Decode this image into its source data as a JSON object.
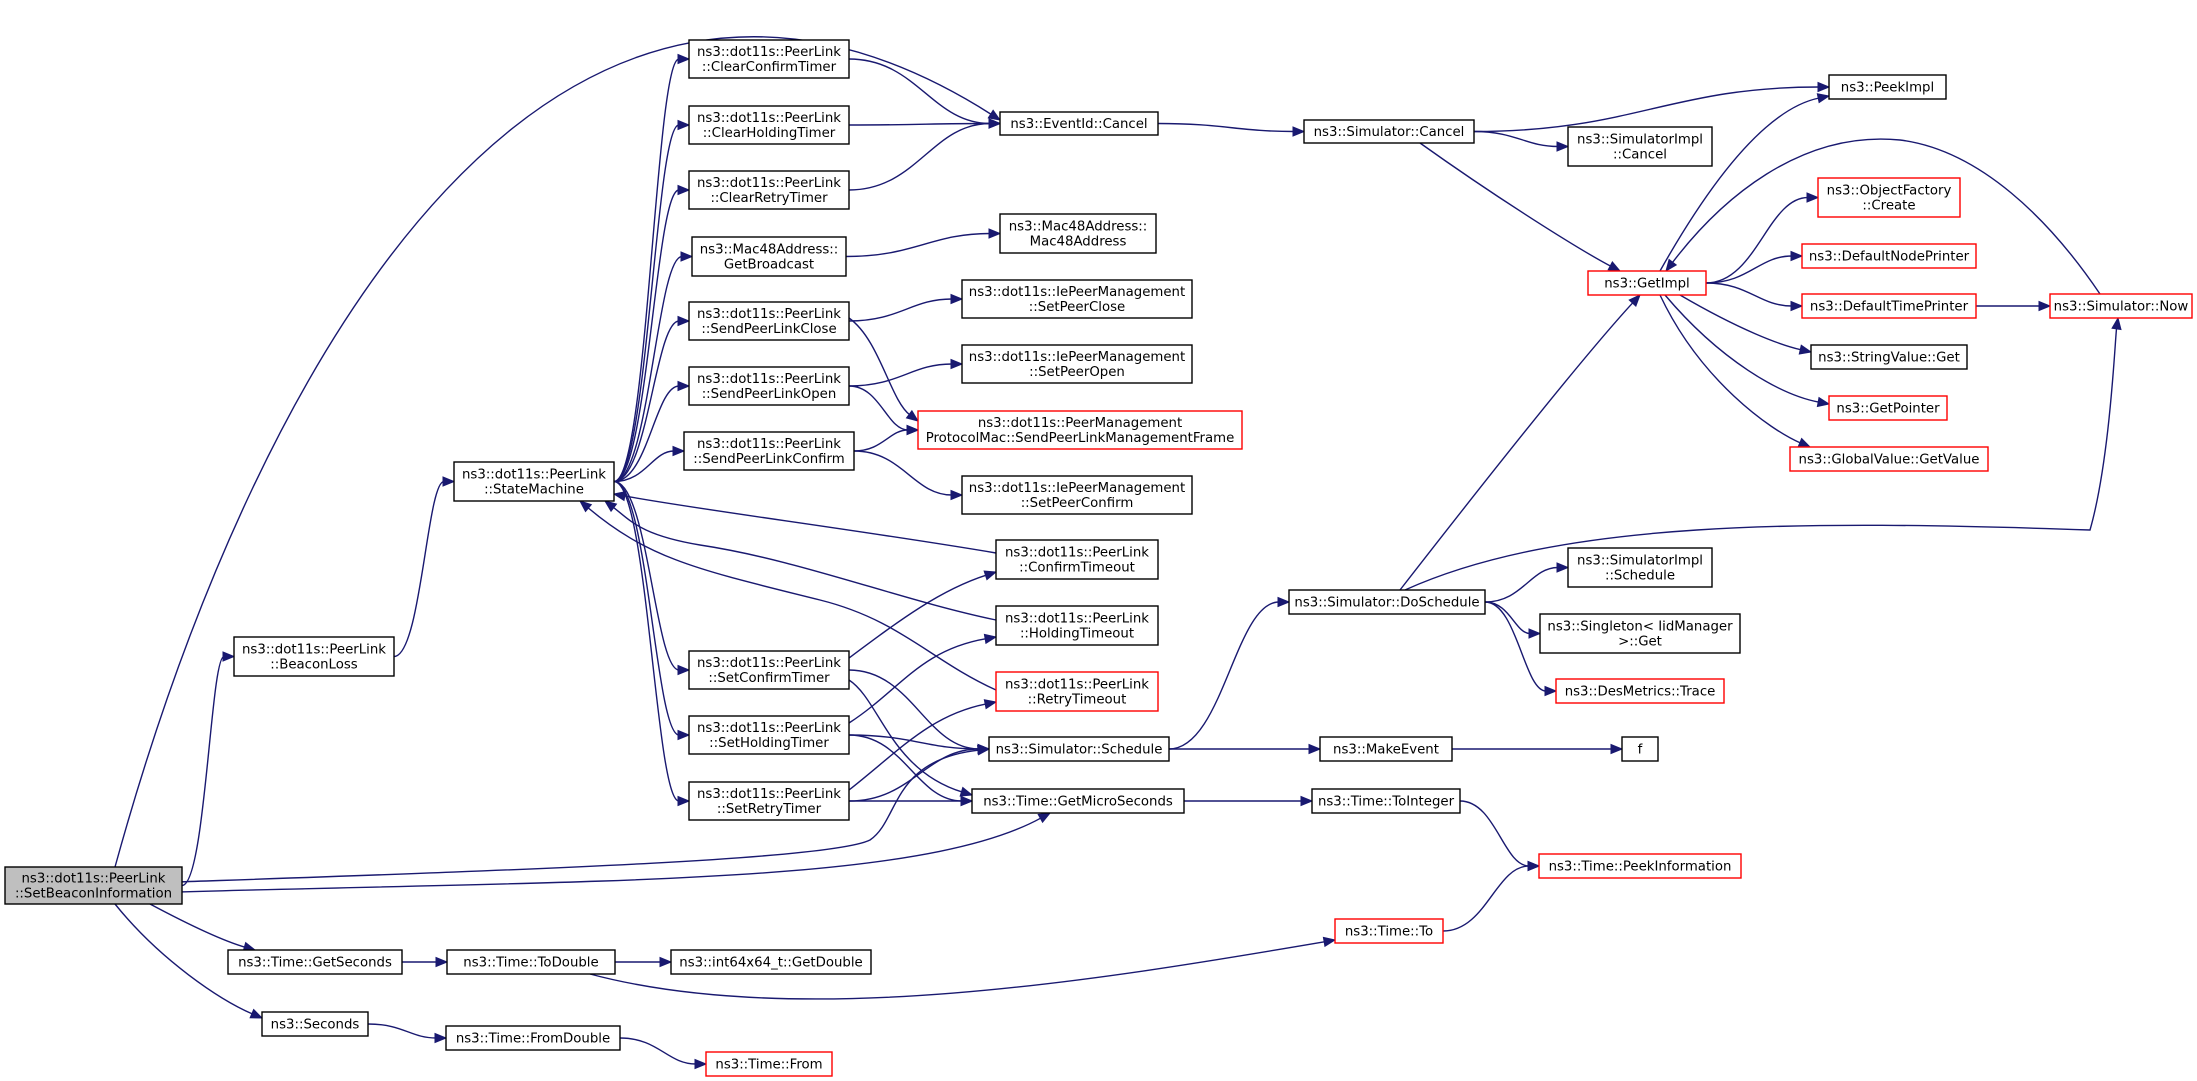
{
  "colors": {
    "edge": "#191970",
    "node_border": "#000000",
    "node_border_incomplete": "#ff0000",
    "root_fill": "#bfbfbf",
    "node_fill": "#ffffff"
  },
  "nodes": [
    {
      "id": "setbeacon",
      "lines": [
        "ns3::dot11s::PeerLink",
        "::SetBeaconInformation"
      ],
      "kind": "root"
    },
    {
      "id": "beaconloss",
      "lines": [
        "ns3::dot11s::PeerLink",
        "::BeaconLoss"
      ],
      "kind": "normal"
    },
    {
      "id": "statemachine",
      "lines": [
        "ns3::dot11s::PeerLink",
        "::StateMachine"
      ],
      "kind": "normal"
    },
    {
      "id": "clearconfirm",
      "lines": [
        "ns3::dot11s::PeerLink",
        "::ClearConfirmTimer"
      ],
      "kind": "normal"
    },
    {
      "id": "clearholding",
      "lines": [
        "ns3::dot11s::PeerLink",
        "::ClearHoldingTimer"
      ],
      "kind": "normal"
    },
    {
      "id": "clearretry",
      "lines": [
        "ns3::dot11s::PeerLink",
        "::ClearRetryTimer"
      ],
      "kind": "normal"
    },
    {
      "id": "getbroadcast",
      "lines": [
        "ns3::Mac48Address::",
        "GetBroadcast"
      ],
      "kind": "normal"
    },
    {
      "id": "sendclose",
      "lines": [
        "ns3::dot11s::PeerLink",
        "::SendPeerLinkClose"
      ],
      "kind": "normal"
    },
    {
      "id": "sendopen",
      "lines": [
        "ns3::dot11s::PeerLink",
        "::SendPeerLinkOpen"
      ],
      "kind": "normal"
    },
    {
      "id": "sendconfirm",
      "lines": [
        "ns3::dot11s::PeerLink",
        "::SendPeerLinkConfirm"
      ],
      "kind": "normal"
    },
    {
      "id": "setconfirmtimer",
      "lines": [
        "ns3::dot11s::PeerLink",
        "::SetConfirmTimer"
      ],
      "kind": "normal"
    },
    {
      "id": "setholdingtimer",
      "lines": [
        "ns3::dot11s::PeerLink",
        "::SetHoldingTimer"
      ],
      "kind": "normal"
    },
    {
      "id": "setretrytimer",
      "lines": [
        "ns3::dot11s::PeerLink",
        "::SetRetryTimer"
      ],
      "kind": "normal"
    },
    {
      "id": "eventcancel",
      "lines": [
        "ns3::EventId::Cancel"
      ],
      "kind": "normal"
    },
    {
      "id": "mac48ctor",
      "lines": [
        "ns3::Mac48Address::",
        "Mac48Address"
      ],
      "kind": "normal"
    },
    {
      "id": "setpeerclose",
      "lines": [
        "ns3::dot11s::IePeerManagement",
        "::SetPeerClose"
      ],
      "kind": "normal"
    },
    {
      "id": "setpeeropen",
      "lines": [
        "ns3::dot11s::IePeerManagement",
        "::SetPeerOpen"
      ],
      "kind": "normal"
    },
    {
      "id": "sendplmf",
      "lines": [
        "ns3::dot11s::PeerManagement",
        "ProtocolMac::SendPeerLinkManagementFrame"
      ],
      "kind": "incomplete"
    },
    {
      "id": "setpeerconfirm",
      "lines": [
        "ns3::dot11s::IePeerManagement",
        "::SetPeerConfirm"
      ],
      "kind": "normal"
    },
    {
      "id": "confirmtimeout",
      "lines": [
        "ns3::dot11s::PeerLink",
        "::ConfirmTimeout"
      ],
      "kind": "normal"
    },
    {
      "id": "holdingtimeout",
      "lines": [
        "ns3::dot11s::PeerLink",
        "::HoldingTimeout"
      ],
      "kind": "normal"
    },
    {
      "id": "retrytimeout",
      "lines": [
        "ns3::dot11s::PeerLink",
        "::RetryTimeout"
      ],
      "kind": "incomplete"
    },
    {
      "id": "simschedule",
      "lines": [
        "ns3::Simulator::Schedule"
      ],
      "kind": "normal"
    },
    {
      "id": "getmicro",
      "lines": [
        "ns3::Time::GetMicroSeconds"
      ],
      "kind": "normal"
    },
    {
      "id": "simcancel",
      "lines": [
        "ns3::Simulator::Cancel"
      ],
      "kind": "normal"
    },
    {
      "id": "simimplcancel",
      "lines": [
        "ns3::SimulatorImpl",
        "::Cancel"
      ],
      "kind": "normal"
    },
    {
      "id": "peekimpl",
      "lines": [
        "ns3::PeekImpl"
      ],
      "kind": "normal"
    },
    {
      "id": "getimpl",
      "lines": [
        "ns3::GetImpl"
      ],
      "kind": "incomplete"
    },
    {
      "id": "objfactory",
      "lines": [
        "ns3::ObjectFactory",
        "::Create"
      ],
      "kind": "incomplete"
    },
    {
      "id": "defnodeprinter",
      "lines": [
        "ns3::DefaultNodePrinter"
      ],
      "kind": "incomplete"
    },
    {
      "id": "deftimeprinter",
      "lines": [
        "ns3::DefaultTimePrinter"
      ],
      "kind": "incomplete"
    },
    {
      "id": "simnow",
      "lines": [
        "ns3::Simulator::Now"
      ],
      "kind": "incomplete"
    },
    {
      "id": "stringvalueget",
      "lines": [
        "ns3::StringValue::Get"
      ],
      "kind": "normal"
    },
    {
      "id": "getpointer",
      "lines": [
        "ns3::GetPointer"
      ],
      "kind": "incomplete"
    },
    {
      "id": "globalvalue",
      "lines": [
        "ns3::GlobalValue::GetValue"
      ],
      "kind": "incomplete"
    },
    {
      "id": "doschedule",
      "lines": [
        "ns3::Simulator::DoSchedule"
      ],
      "kind": "normal"
    },
    {
      "id": "simimplschedule",
      "lines": [
        "ns3::SimulatorImpl",
        "::Schedule"
      ],
      "kind": "normal"
    },
    {
      "id": "singleton",
      "lines": [
        "ns3::Singleton< IidManager",
        ">::Get"
      ],
      "kind": "normal"
    },
    {
      "id": "desmetrics",
      "lines": [
        "ns3::DesMetrics::Trace"
      ],
      "kind": "incomplete"
    },
    {
      "id": "makeevent",
      "lines": [
        "ns3::MakeEvent"
      ],
      "kind": "normal"
    },
    {
      "id": "f",
      "lines": [
        "f"
      ],
      "kind": "normal"
    },
    {
      "id": "tointeger",
      "lines": [
        "ns3::Time::ToInteger"
      ],
      "kind": "normal"
    },
    {
      "id": "peekinfo",
      "lines": [
        "ns3::Time::PeekInformation"
      ],
      "kind": "incomplete"
    },
    {
      "id": "timeto",
      "lines": [
        "ns3::Time::To"
      ],
      "kind": "incomplete"
    },
    {
      "id": "getseconds",
      "lines": [
        "ns3::Time::GetSeconds"
      ],
      "kind": "normal"
    },
    {
      "id": "todouble",
      "lines": [
        "ns3::Time::ToDouble"
      ],
      "kind": "normal"
    },
    {
      "id": "int64getdouble",
      "lines": [
        "ns3::int64x64_t::GetDouble"
      ],
      "kind": "normal"
    },
    {
      "id": "seconds",
      "lines": [
        "ns3::Seconds"
      ],
      "kind": "normal"
    },
    {
      "id": "fromdouble",
      "lines": [
        "ns3::Time::FromDouble"
      ],
      "kind": "normal"
    },
    {
      "id": "timefrom",
      "lines": [
        "ns3::Time::From"
      ],
      "kind": "incomplete"
    }
  ],
  "edges": [
    [
      "setbeacon",
      "beaconloss"
    ],
    [
      "setbeacon",
      "eventcancel"
    ],
    [
      "setbeacon",
      "simschedule"
    ],
    [
      "setbeacon",
      "getmicro"
    ],
    [
      "setbeacon",
      "getseconds"
    ],
    [
      "setbeacon",
      "seconds"
    ],
    [
      "beaconloss",
      "statemachine"
    ],
    [
      "statemachine",
      "clearconfirm"
    ],
    [
      "statemachine",
      "clearholding"
    ],
    [
      "statemachine",
      "clearretry"
    ],
    [
      "statemachine",
      "getbroadcast"
    ],
    [
      "statemachine",
      "sendclose"
    ],
    [
      "statemachine",
      "sendopen"
    ],
    [
      "statemachine",
      "sendconfirm"
    ],
    [
      "statemachine",
      "setconfirmtimer"
    ],
    [
      "statemachine",
      "setholdingtimer"
    ],
    [
      "statemachine",
      "setretrytimer"
    ],
    [
      "clearconfirm",
      "eventcancel"
    ],
    [
      "clearholding",
      "eventcancel"
    ],
    [
      "clearretry",
      "eventcancel"
    ],
    [
      "getbroadcast",
      "mac48ctor"
    ],
    [
      "sendclose",
      "setpeerclose"
    ],
    [
      "sendclose",
      "sendplmf"
    ],
    [
      "sendopen",
      "setpeeropen"
    ],
    [
      "sendopen",
      "sendplmf"
    ],
    [
      "sendconfirm",
      "sendplmf"
    ],
    [
      "sendconfirm",
      "setpeerconfirm"
    ],
    [
      "confirmtimeout",
      "statemachine"
    ],
    [
      "holdingtimeout",
      "statemachine"
    ],
    [
      "retrytimeout",
      "statemachine"
    ],
    [
      "setconfirmtimer",
      "confirmtimeout"
    ],
    [
      "setconfirmtimer",
      "simschedule"
    ],
    [
      "setconfirmtimer",
      "getmicro"
    ],
    [
      "setholdingtimer",
      "holdingtimeout"
    ],
    [
      "setholdingtimer",
      "simschedule"
    ],
    [
      "setholdingtimer",
      "getmicro"
    ],
    [
      "setretrytimer",
      "retrytimeout"
    ],
    [
      "setretrytimer",
      "simschedule"
    ],
    [
      "setretrytimer",
      "getmicro"
    ],
    [
      "eventcancel",
      "simcancel"
    ],
    [
      "simcancel",
      "peekimpl"
    ],
    [
      "simcancel",
      "simimplcancel"
    ],
    [
      "simcancel",
      "getimpl"
    ],
    [
      "getimpl",
      "peekimpl"
    ],
    [
      "getimpl",
      "objfactory"
    ],
    [
      "getimpl",
      "defnodeprinter"
    ],
    [
      "getimpl",
      "deftimeprinter"
    ],
    [
      "getimpl",
      "stringvalueget"
    ],
    [
      "getimpl",
      "getpointer"
    ],
    [
      "getimpl",
      "globalvalue"
    ],
    [
      "deftimeprinter",
      "simnow"
    ],
    [
      "simnow",
      "getimpl"
    ],
    [
      "simschedule",
      "doschedule"
    ],
    [
      "simschedule",
      "makeevent"
    ],
    [
      "doschedule",
      "getimpl"
    ],
    [
      "doschedule",
      "simnow"
    ],
    [
      "doschedule",
      "simimplschedule"
    ],
    [
      "doschedule",
      "singleton"
    ],
    [
      "doschedule",
      "desmetrics"
    ],
    [
      "makeevent",
      "f"
    ],
    [
      "getmicro",
      "tointeger"
    ],
    [
      "tointeger",
      "peekinfo"
    ],
    [
      "timeto",
      "peekinfo"
    ],
    [
      "getseconds",
      "todouble"
    ],
    [
      "todouble",
      "int64getdouble"
    ],
    [
      "todouble",
      "timeto"
    ],
    [
      "seconds",
      "fromdouble"
    ],
    [
      "fromdouble",
      "timefrom"
    ]
  ]
}
